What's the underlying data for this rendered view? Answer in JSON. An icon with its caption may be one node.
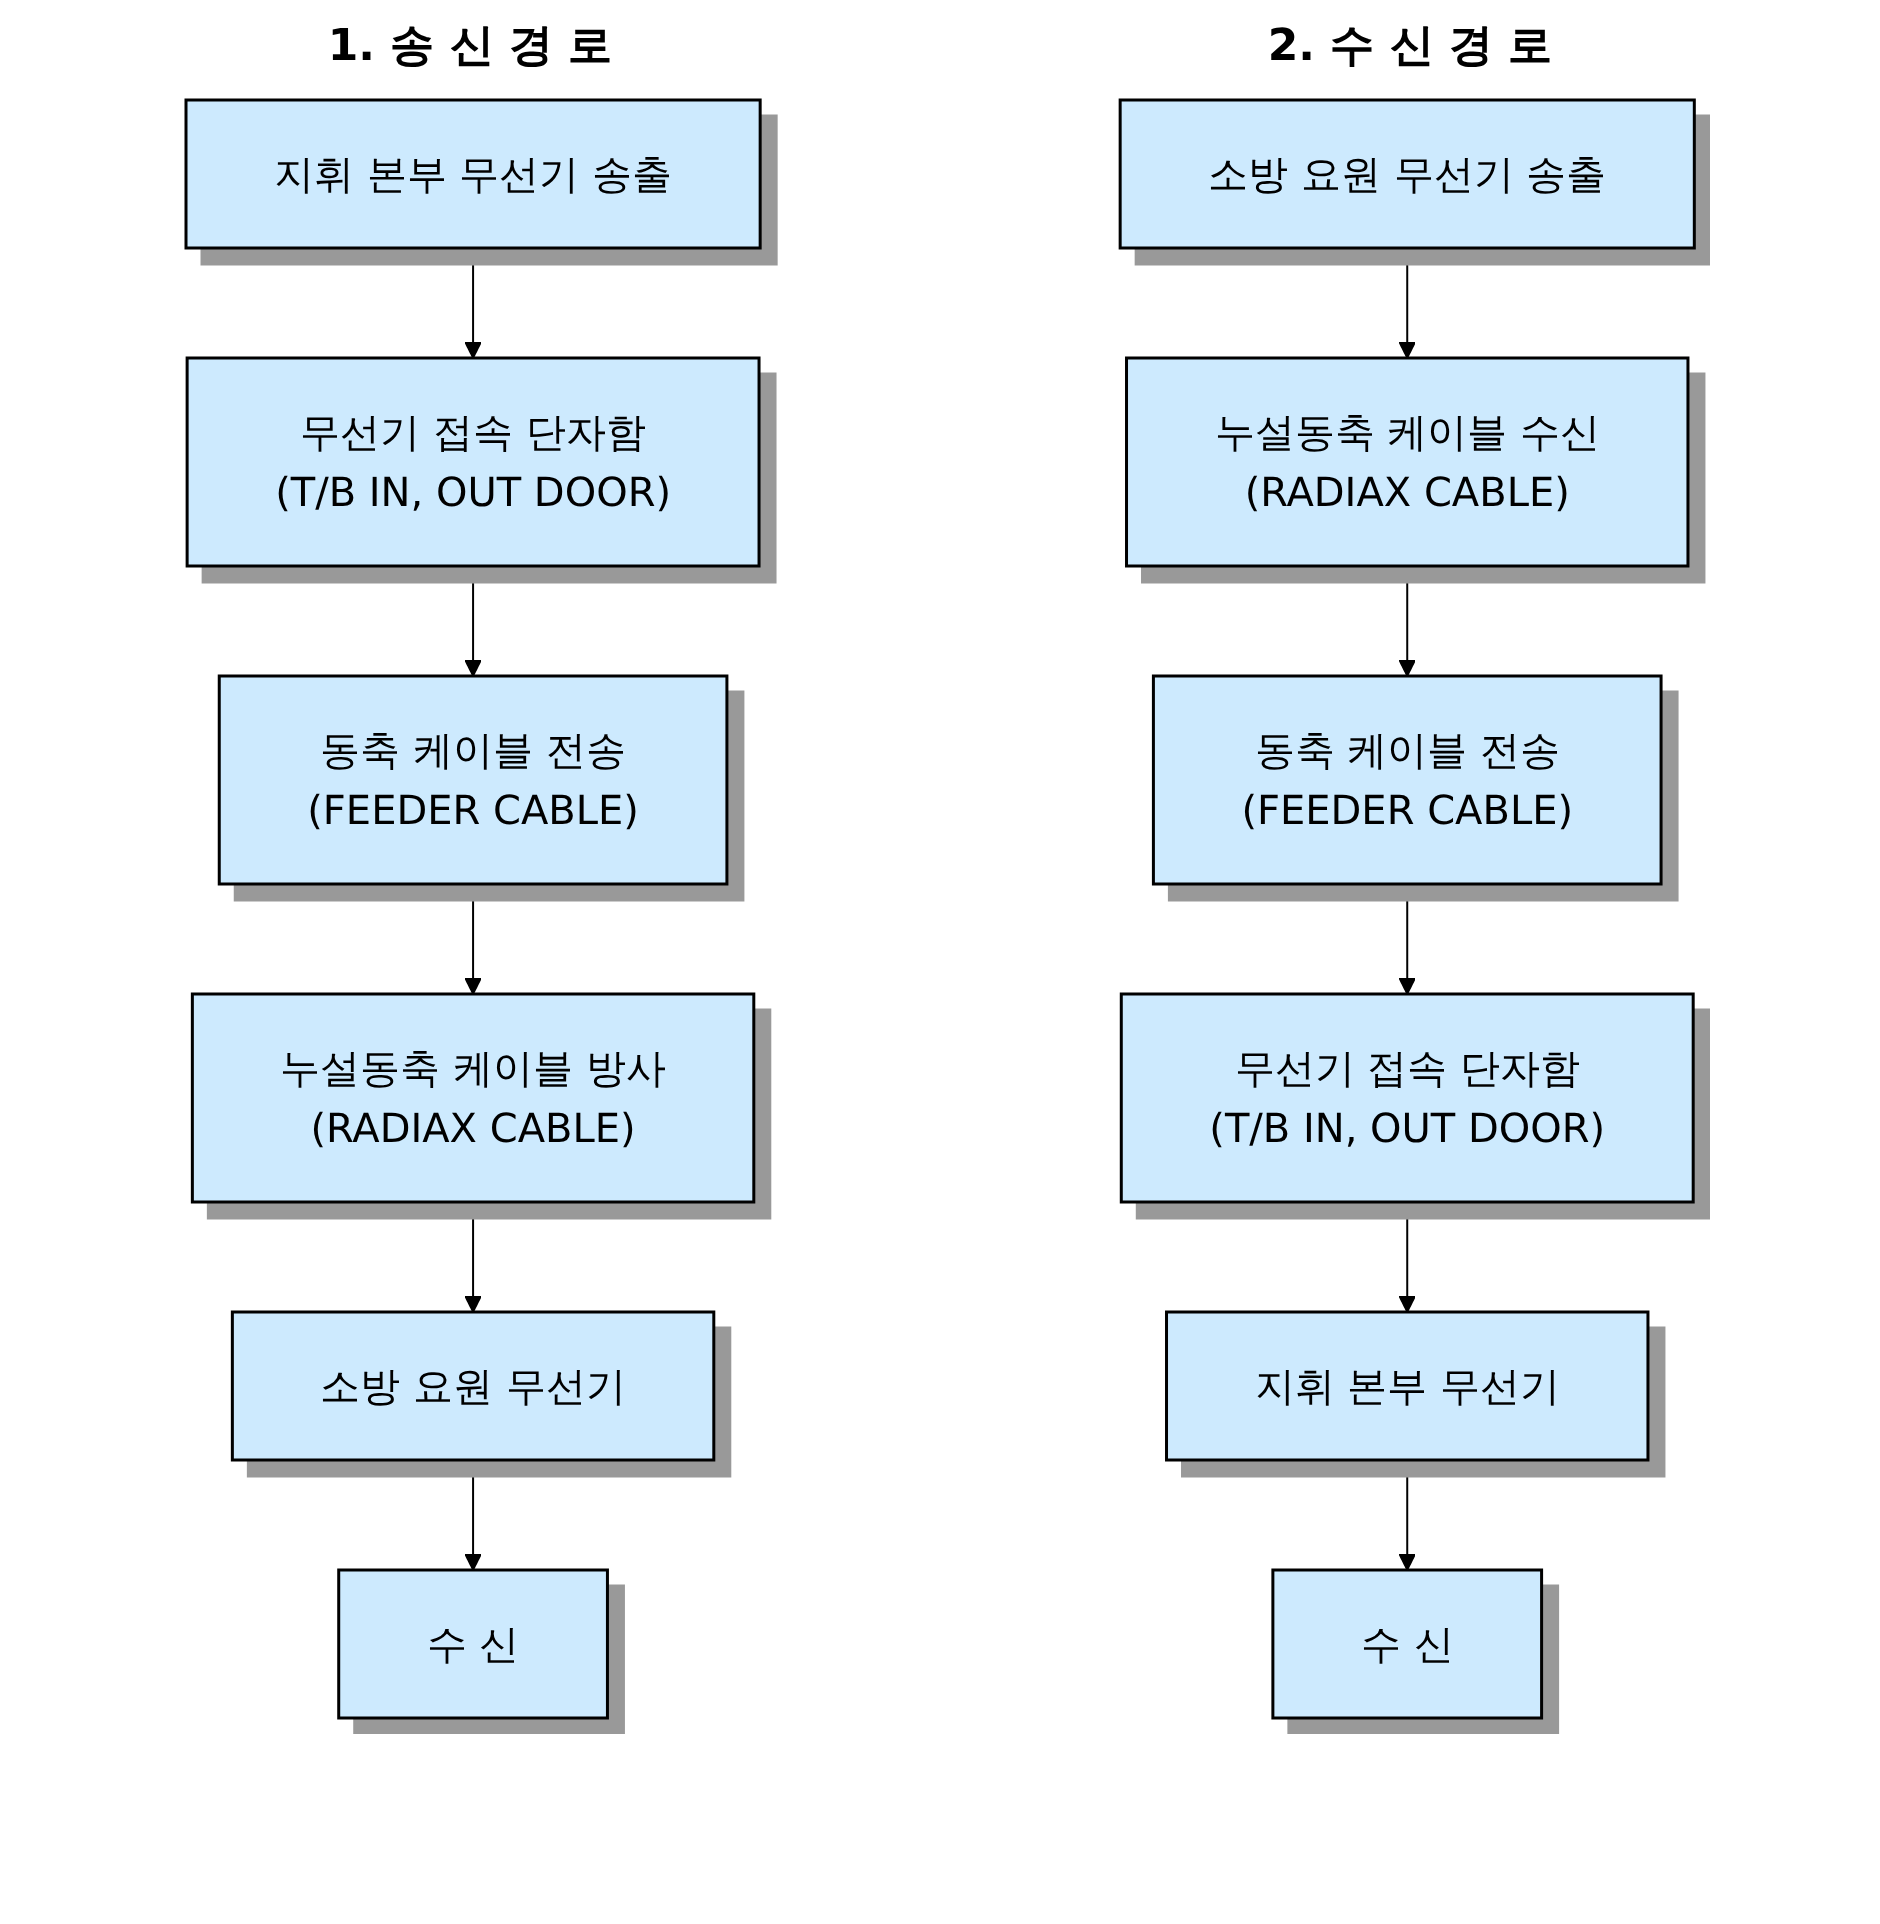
{
  "diagram": {
    "nodes": [
      {
        "text": [
          "지휘 본부 무선기 송출"
        ]
      },
      {
        "text": [
          "무선기 접속 단자함",
          "(T/B IN, OUT DOOR)"
        ]
      },
      {
        "text": [
          "동축 케이블 전송",
          "(FEEDER CABLE)"
        ]
      },
      {
        "text": [
          "누설동축 케이블 방사",
          "(RADIAX CABLE)"
        ]
      },
      {
        "text": [
          "소방 요원 무선기"
        ]
      },
      {
        "text": [
          "수 신"
        ]
      },
      {
        "text": [
          "소방 요원 무선기 송출"
        ]
      },
      {
        "text": [
          "누설동축 케이블 수신",
          "(RADIAX CABLE)"
        ]
      },
      {
        "text": [
          "동축 케이블 전송",
          "(FEEDER CABLE)"
        ]
      },
      {
        "text": [
          "무선기 접속 단자함",
          "(T/B IN, OUT DOOR)"
        ]
      },
      {
        "text": [
          "지휘 본부 무선기"
        ]
      },
      {
        "text": [
          "수 신"
        ]
      }
    ],
    "edges": [
      {
        "from": 0,
        "to": 1,
        "arrow": "to"
      },
      {
        "from": 1,
        "to": 2,
        "arrow": "to"
      },
      {
        "from": 2,
        "to": 3,
        "arrow": "to"
      },
      {
        "from": 3,
        "to": 4,
        "arrow": "to"
      },
      {
        "from": 4,
        "to": 5,
        "arrow": "to"
      },
      {
        "from": 6,
        "to": 7,
        "arrow": "to"
      },
      {
        "from": 7,
        "to": 8,
        "arrow": "to"
      },
      {
        "from": 8,
        "to": 9,
        "arrow": "to"
      },
      {
        "from": 9,
        "to": 10,
        "arrow": "to"
      },
      {
        "from": 10,
        "to": 11,
        "arrow": "to"
      }
    ],
    "labels": [
      "1. 송 신 경 로",
      "2. 수 신 경 로"
    ]
  }
}
